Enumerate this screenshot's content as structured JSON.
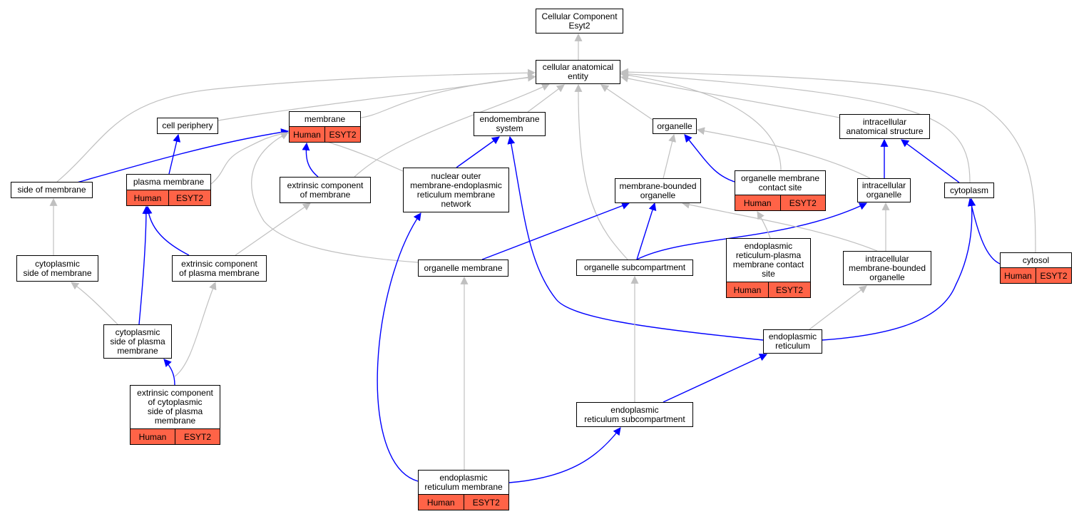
{
  "colors": {
    "is_a_edge": "#c0c0c0",
    "part_of_edge": "#0000ff",
    "annotation_fill": "#ff6347"
  },
  "annotation": {
    "species": "Human",
    "gene": "ESYT2"
  },
  "nodes": [
    {
      "id": "root",
      "label": "Cellular Component\nEsyt2",
      "annotated": false
    },
    {
      "id": "cae",
      "label": "cellular anatomical\nentity",
      "annotated": false
    },
    {
      "id": "cellper",
      "label": "cell periphery",
      "annotated": false
    },
    {
      "id": "membrane",
      "label": "membrane",
      "annotated": true
    },
    {
      "id": "endomem",
      "label": "endomembrane\nsystem",
      "annotated": false
    },
    {
      "id": "organelle",
      "label": "organelle",
      "annotated": false
    },
    {
      "id": "ias",
      "label": "intracellular\nanatomical structure",
      "annotated": false
    },
    {
      "id": "sidemem",
      "label": "side of membrane",
      "annotated": false
    },
    {
      "id": "pm",
      "label": "plasma membrane",
      "annotated": true
    },
    {
      "id": "ecm",
      "label": "extrinsic component\nof membrane",
      "annotated": false
    },
    {
      "id": "nomerm",
      "label": "nuclear outer\nmembrane-endoplasmic\nreticulum membrane\nnetwork",
      "annotated": false
    },
    {
      "id": "mbo",
      "label": "membrane-bounded\norganelle",
      "annotated": false
    },
    {
      "id": "omcs",
      "label": "organelle membrane\ncontact site",
      "annotated": true
    },
    {
      "id": "io",
      "label": "intracellular\norganelle",
      "annotated": false
    },
    {
      "id": "cytoplasm",
      "label": "cytoplasm",
      "annotated": false
    },
    {
      "id": "csm",
      "label": "cytoplasmic\nside of membrane",
      "annotated": false
    },
    {
      "id": "ecpm",
      "label": "extrinsic component\nof plasma membrane",
      "annotated": false
    },
    {
      "id": "orgmem",
      "label": "organelle membrane",
      "annotated": false
    },
    {
      "id": "orgsub",
      "label": "organelle subcompartment",
      "annotated": false
    },
    {
      "id": "erpmcs",
      "label": "endoplasmic\nreticulum-plasma\nmembrane contact\nsite",
      "annotated": true
    },
    {
      "id": "imbo",
      "label": "intracellular\nmembrane-bounded\norganelle",
      "annotated": false
    },
    {
      "id": "cytosol",
      "label": "cytosol",
      "annotated": true
    },
    {
      "id": "cspm",
      "label": "cytoplasmic\nside of plasma\nmembrane",
      "annotated": false
    },
    {
      "id": "er",
      "label": "endoplasmic\nreticulum",
      "annotated": false
    },
    {
      "id": "ecocspm",
      "label": "extrinsic component\nof cytoplasmic\nside of plasma\nmembrane",
      "annotated": true
    },
    {
      "id": "ersub",
      "label": "endoplasmic\nreticulum subcompartment",
      "annotated": false
    },
    {
      "id": "erm",
      "label": "endoplasmic\nreticulum membrane",
      "annotated": true
    }
  ],
  "edges": [
    {
      "from": "cae",
      "to": "root",
      "type": "is_a"
    },
    {
      "from": "cellper",
      "to": "cae",
      "type": "is_a"
    },
    {
      "from": "membrane",
      "to": "cae",
      "type": "is_a"
    },
    {
      "from": "endomem",
      "to": "cae",
      "type": "is_a"
    },
    {
      "from": "organelle",
      "to": "cae",
      "type": "is_a"
    },
    {
      "from": "ias",
      "to": "cae",
      "type": "is_a"
    },
    {
      "from": "sidemem",
      "to": "cae",
      "type": "is_a"
    },
    {
      "from": "ecm",
      "to": "cae",
      "type": "is_a"
    },
    {
      "from": "omcs",
      "to": "cae",
      "type": "is_a"
    },
    {
      "from": "cytoplasm",
      "to": "cae",
      "type": "is_a"
    },
    {
      "from": "cytosol",
      "to": "cae",
      "type": "is_a"
    },
    {
      "from": "orgsub",
      "to": "cae",
      "type": "is_a"
    },
    {
      "from": "pm",
      "to": "cellper",
      "type": "part_of"
    },
    {
      "from": "pm",
      "to": "membrane",
      "type": "is_a"
    },
    {
      "from": "sidemem",
      "to": "membrane",
      "type": "part_of"
    },
    {
      "from": "ecm",
      "to": "membrane",
      "type": "part_of"
    },
    {
      "from": "nomerm",
      "to": "membrane",
      "type": "is_a"
    },
    {
      "from": "orgmem",
      "to": "membrane",
      "type": "is_a"
    },
    {
      "from": "nomerm",
      "to": "endomem",
      "type": "part_of"
    },
    {
      "from": "er",
      "to": "endomem",
      "type": "part_of"
    },
    {
      "from": "mbo",
      "to": "organelle",
      "type": "is_a"
    },
    {
      "from": "omcs",
      "to": "organelle",
      "type": "part_of"
    },
    {
      "from": "io",
      "to": "organelle",
      "type": "is_a"
    },
    {
      "from": "io",
      "to": "ias",
      "type": "part_of"
    },
    {
      "from": "cytoplasm",
      "to": "ias",
      "type": "part_of"
    },
    {
      "from": "csm",
      "to": "sidemem",
      "type": "is_a"
    },
    {
      "from": "ecpm",
      "to": "pm",
      "type": "part_of"
    },
    {
      "from": "cspm",
      "to": "pm",
      "type": "part_of"
    },
    {
      "from": "ecpm",
      "to": "ecm",
      "type": "is_a"
    },
    {
      "from": "orgmem",
      "to": "mbo",
      "type": "part_of"
    },
    {
      "from": "orgsub",
      "to": "mbo",
      "type": "part_of"
    },
    {
      "from": "orgsub",
      "to": "io",
      "type": "part_of"
    },
    {
      "from": "erpmcs",
      "to": "omcs",
      "type": "is_a"
    },
    {
      "from": "imbo",
      "to": "mbo",
      "type": "is_a"
    },
    {
      "from": "imbo",
      "to": "io",
      "type": "is_a"
    },
    {
      "from": "cytosol",
      "to": "cytoplasm",
      "type": "part_of"
    },
    {
      "from": "er",
      "to": "cytoplasm",
      "type": "part_of"
    },
    {
      "from": "cspm",
      "to": "csm",
      "type": "is_a"
    },
    {
      "from": "er",
      "to": "imbo",
      "type": "is_a"
    },
    {
      "from": "ecocspm",
      "to": "cspm",
      "type": "part_of"
    },
    {
      "from": "ecocspm",
      "to": "ecpm",
      "type": "is_a"
    },
    {
      "from": "ersub",
      "to": "orgsub",
      "type": "is_a"
    },
    {
      "from": "ersub",
      "to": "er",
      "type": "part_of"
    },
    {
      "from": "erm",
      "to": "orgmem",
      "type": "is_a"
    },
    {
      "from": "erm",
      "to": "nomerm",
      "type": "part_of"
    },
    {
      "from": "erm",
      "to": "ersub",
      "type": "part_of"
    }
  ]
}
